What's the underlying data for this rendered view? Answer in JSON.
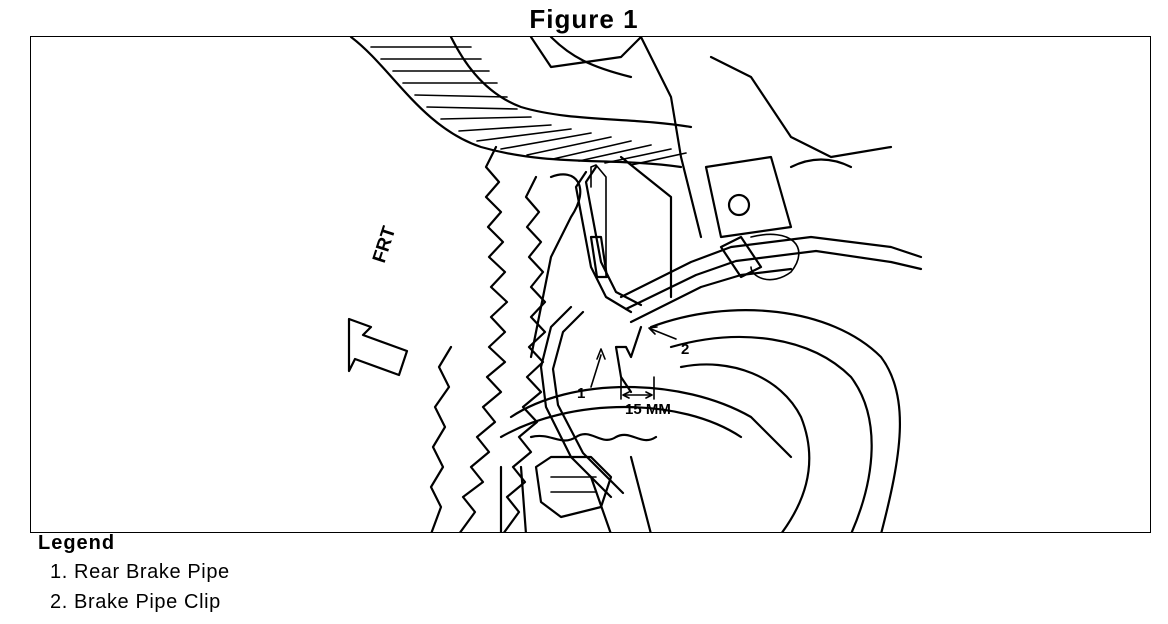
{
  "figure": {
    "title": "Figure 1"
  },
  "callouts": {
    "direction": "FRT",
    "label_1": "1",
    "label_2": "2",
    "dimension": "15 MM"
  },
  "legend": {
    "title": "Legend",
    "items": [
      "1. Rear Brake Pipe",
      "2. Brake Pipe Clip"
    ]
  }
}
